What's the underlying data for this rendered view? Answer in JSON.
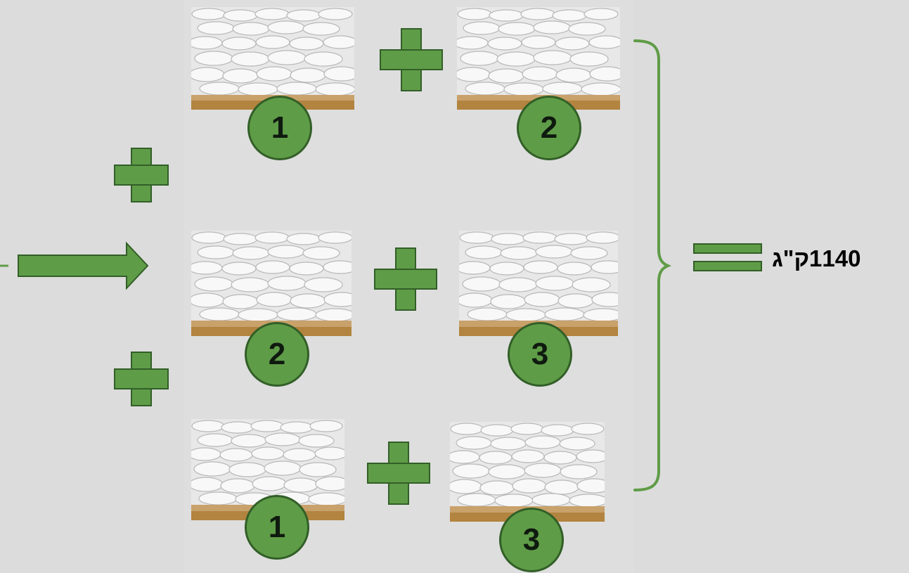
{
  "rows": [
    {
      "left_badge": "1",
      "right_badge": "2"
    },
    {
      "left_badge": "2",
      "right_badge": "3"
    },
    {
      "left_badge": "1",
      "right_badge": "3"
    }
  ],
  "result": {
    "total": "1140ק\"ג"
  },
  "colors": {
    "accent": "#5f9c47",
    "accent_border": "#325f28",
    "background": "#dcdcdc",
    "badge_text": "#0f1a0f"
  },
  "icons": {
    "plus": "plus-icon",
    "arrow": "arrow-right-icon",
    "brace": "brace-icon",
    "equals": "equals-icon",
    "image": "sacks-image"
  }
}
